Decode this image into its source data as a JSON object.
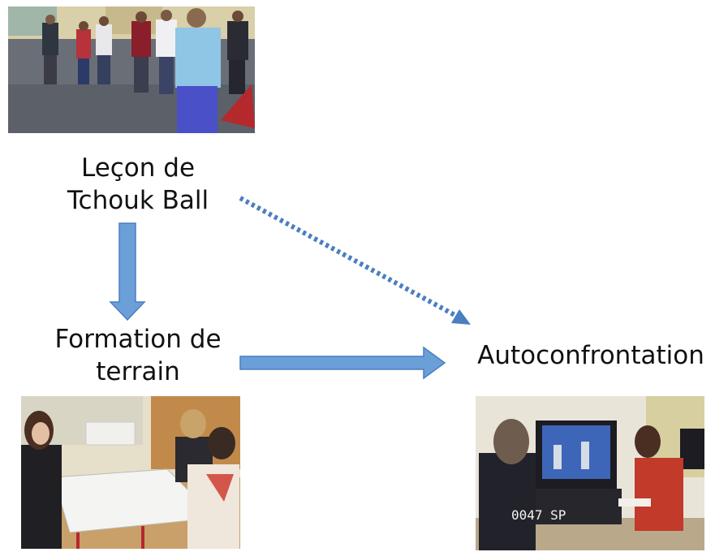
{
  "nodes": {
    "lecon": {
      "line1": "Leçon de",
      "line2": "Tchouk Ball"
    },
    "formation": {
      "line1": "Formation de",
      "line2": "terrain"
    },
    "autoconfrontation": {
      "label": "Autoconfrontation"
    }
  },
  "photos": {
    "playground": {
      "scene": "students-playground-photo"
    },
    "classroom": {
      "scene": "teachers-classroom-photo"
    },
    "video_review": {
      "scene": "video-review-photo",
      "overlay_text": "0047 SP"
    }
  },
  "edges": [
    {
      "from": "lecon",
      "to": "formation",
      "style": "block-arrow"
    },
    {
      "from": "formation",
      "to": "autoconfrontation",
      "style": "block-arrow"
    },
    {
      "from": "lecon",
      "to": "autoconfrontation",
      "style": "dotted-arrow"
    }
  ],
  "colors": {
    "arrow_fill": "#6a9fd8",
    "arrow_stroke": "#4a7fc0"
  }
}
